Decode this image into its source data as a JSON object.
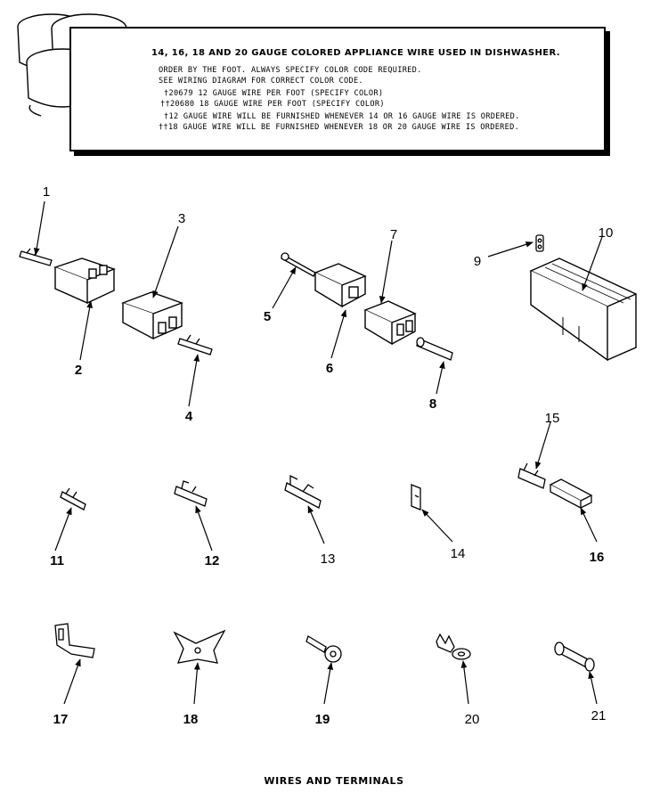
{
  "note": {
    "title": "14, 16, 18 AND 20 GAUGE COLORED APPLIANCE WIRE USED IN DISHWASHER.",
    "lines": [
      "ORDER BY THE FOOT. ALWAYS SPECIFY COLOR CODE REQUIRED.",
      "SEE WIRING DIAGRAM FOR CORRECT COLOR CODE.",
      "†20679 12 GAUGE WIRE PER FOOT (SPECIFY COLOR)",
      "††20680 18 GAUGE WIRE PER FOOT (SPECIFY COLOR)",
      "†12 GAUGE WIRE WILL BE FURNISHED WHENEVER 14 OR 16 GAUGE WIRE IS ORDERED.",
      "††18 GAUGE WIRE WILL BE FURNISHED WHENEVER 18 OR 20 GAUGE WIRE IS ORDERED."
    ]
  },
  "callouts": {
    "c1": "1",
    "c2": "2",
    "c3": "3",
    "c4": "4",
    "c5": "5",
    "c6": "6",
    "c7": "7",
    "c8": "8",
    "c9": "9",
    "c10": "10",
    "c11": "11",
    "c12": "12",
    "c13": "13",
    "c14": "14",
    "c15": "15",
    "c16": "16",
    "c17": "17",
    "c18": "18",
    "c19": "19",
    "c20": "20",
    "c21": "21"
  },
  "caption": "WIRES AND TERMINALS"
}
